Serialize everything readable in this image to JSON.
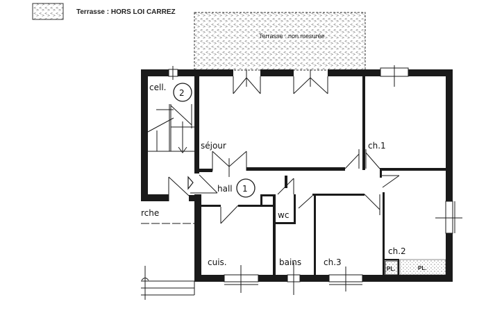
{
  "legend": {
    "swatch_pattern": "terrace-hatch",
    "label": "Terrasse : HORS LOI CARREZ"
  },
  "terrace": {
    "label": "Terrasse : non mesurée"
  },
  "rooms": {
    "cellier": "cell.",
    "sejour": "séjour",
    "hall": "hall",
    "ch1": "ch.1",
    "porche": "rche",
    "wc": "wc",
    "cuisine": "cuis.",
    "bains": "bains",
    "ch3": "ch.3",
    "ch2": "ch.2",
    "placard1": "PL.",
    "placard2": "PL."
  },
  "markers": {
    "marker1": "1",
    "marker2": "2"
  },
  "colors": {
    "wall": "#1a1a1a",
    "background": "#ffffff"
  }
}
